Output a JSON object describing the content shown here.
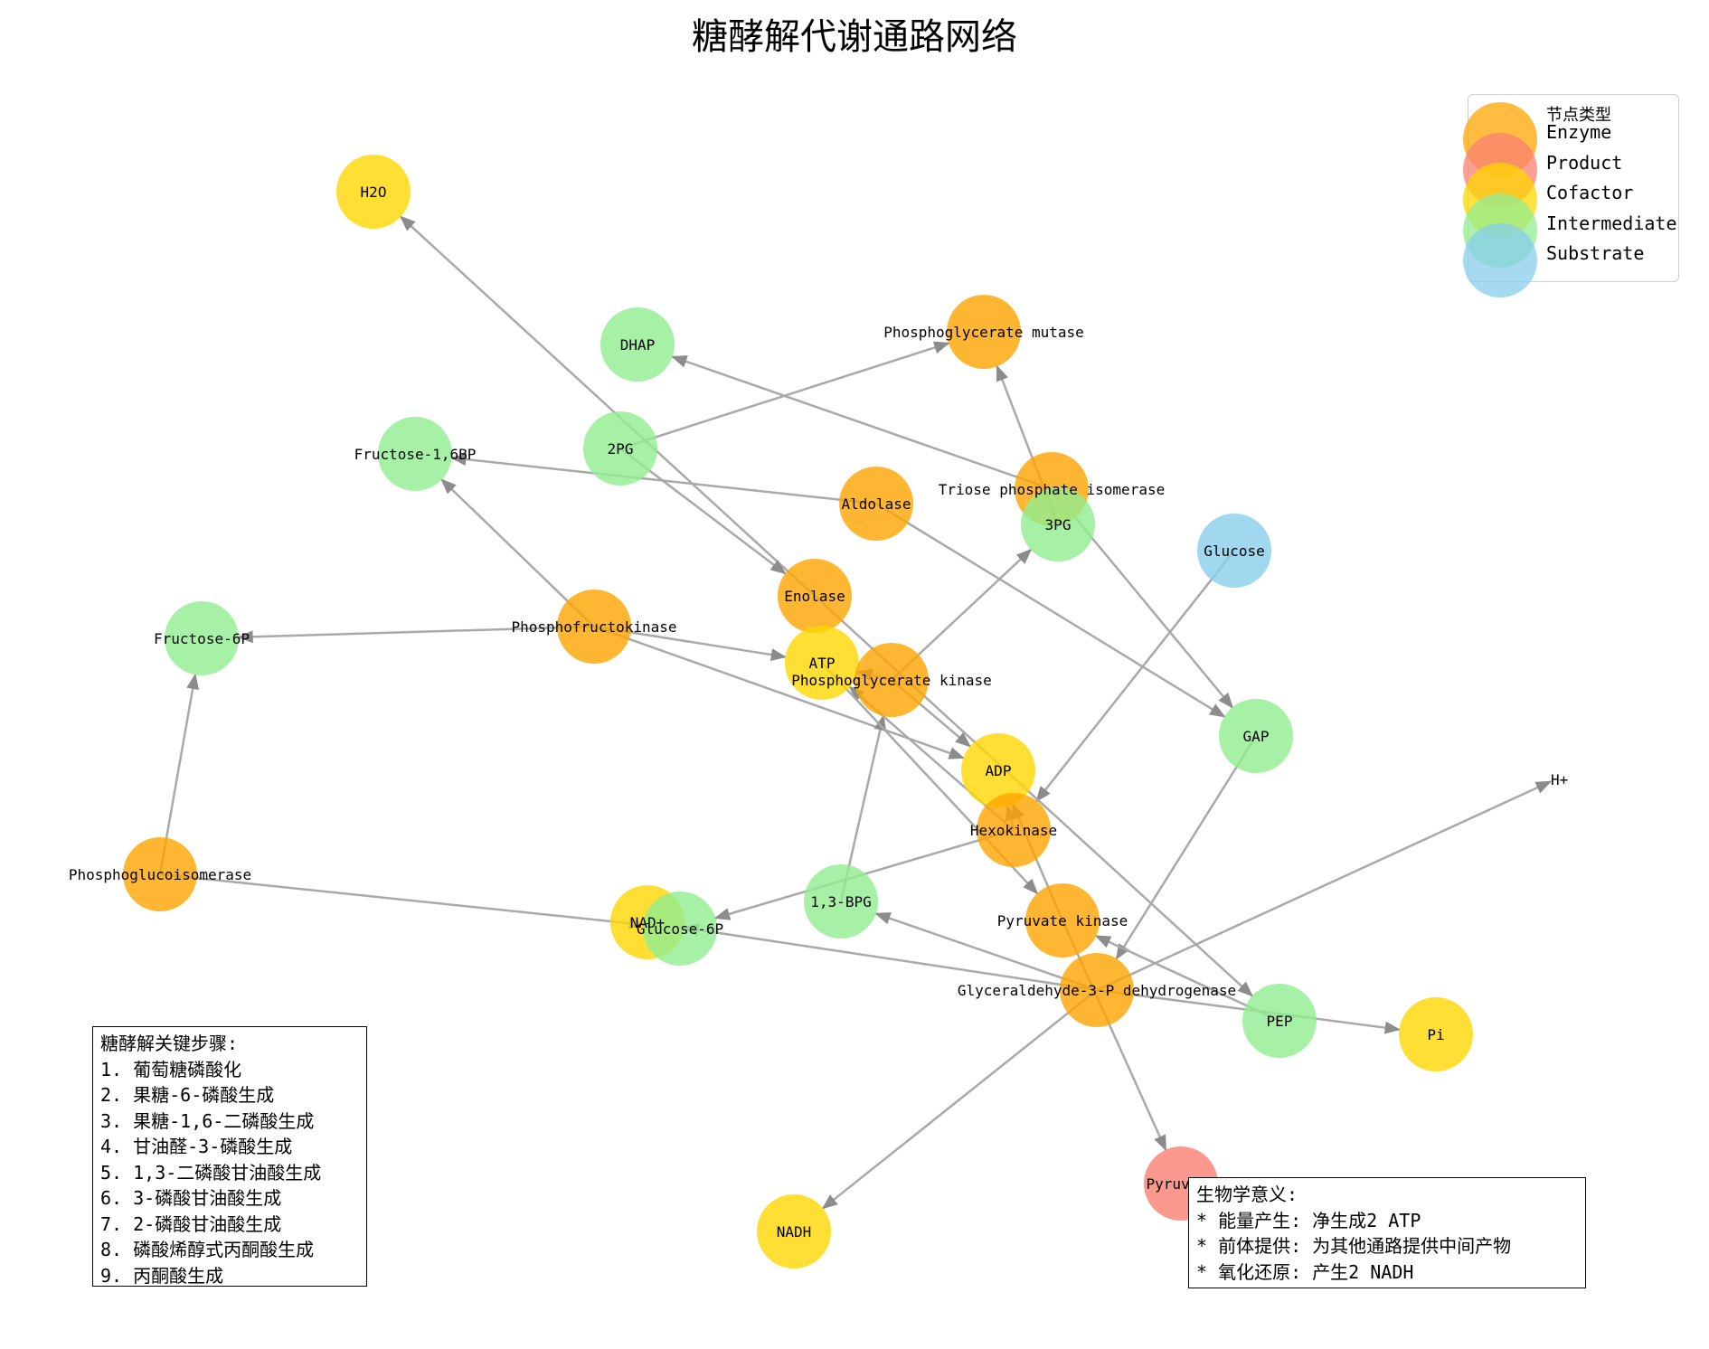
{
  "title": "糖酵解代谢通路网络",
  "colors": {
    "Enzyme": "#FFA500",
    "Product": "#FA8072",
    "Cofactor": "#FFD700",
    "Intermediate": "#90EE90",
    "Substrate": "#87CEEB",
    "edge": "#A9A9A9"
  },
  "legend": {
    "title": "节点类型",
    "items": [
      {
        "label": "Enzyme",
        "type": "Enzyme"
      },
      {
        "label": "Product",
        "type": "Product"
      },
      {
        "label": "Cofactor",
        "type": "Cofactor"
      },
      {
        "label": "Intermediate",
        "type": "Intermediate"
      },
      {
        "label": "Substrate",
        "type": "Substrate"
      }
    ]
  },
  "nodes": [
    {
      "id": "H2O",
      "label": "H2O",
      "type": "Cofactor"
    },
    {
      "id": "DHAP",
      "label": "DHAP",
      "type": "Intermediate"
    },
    {
      "id": "PGM",
      "label": "Phosphoglycerate mutase",
      "type": "Enzyme"
    },
    {
      "id": "F16BP",
      "label": "Fructose-1,6BP",
      "type": "Intermediate"
    },
    {
      "id": "2PG",
      "label": "2PG",
      "type": "Intermediate"
    },
    {
      "id": "TPI",
      "label": "Triose phosphate isomerase",
      "type": "Enzyme"
    },
    {
      "id": "Aldolase",
      "label": "Aldolase",
      "type": "Enzyme"
    },
    {
      "id": "3PG",
      "label": "3PG",
      "type": "Intermediate"
    },
    {
      "id": "Glucose",
      "label": "Glucose",
      "type": "Substrate"
    },
    {
      "id": "Enolase",
      "label": "Enolase",
      "type": "Enzyme"
    },
    {
      "id": "F6P",
      "label": "Fructose-6P",
      "type": "Intermediate"
    },
    {
      "id": "PFK",
      "label": "Phosphofructokinase",
      "type": "Enzyme"
    },
    {
      "id": "ATP",
      "label": "ATP",
      "type": "Cofactor"
    },
    {
      "id": "PGK",
      "label": "Phosphoglycerate kinase",
      "type": "Enzyme"
    },
    {
      "id": "GAP",
      "label": "GAP",
      "type": "Intermediate"
    },
    {
      "id": "ADP",
      "label": "ADP",
      "type": "Cofactor"
    },
    {
      "id": "H+",
      "label": "H+",
      "type": "none"
    },
    {
      "id": "Hexokinase",
      "label": "Hexokinase",
      "type": "Enzyme"
    },
    {
      "id": "PGI",
      "label": "Phosphoglucoisomerase",
      "type": "Enzyme"
    },
    {
      "id": "13BPG",
      "label": "1,3-BPG",
      "type": "Intermediate"
    },
    {
      "id": "NAD+",
      "label": "NAD+",
      "type": "Cofactor"
    },
    {
      "id": "G6P",
      "label": "Glucose-6P",
      "type": "Intermediate"
    },
    {
      "id": "PK",
      "label": "Pyruvate kinase",
      "type": "Enzyme"
    },
    {
      "id": "GAPDH",
      "label": "Glyceraldehyde-3-P dehydrogenase",
      "type": "Enzyme"
    },
    {
      "id": "PEP",
      "label": "PEP",
      "type": "Intermediate"
    },
    {
      "id": "Pi",
      "label": "Pi",
      "type": "Cofactor"
    },
    {
      "id": "Pyruvate",
      "label": "Pyruvate",
      "type": "Product"
    },
    {
      "id": "NADH",
      "label": "NADH",
      "type": "Cofactor"
    }
  ],
  "edges": [
    [
      "Enolase",
      "H2O"
    ],
    [
      "TPI",
      "DHAP"
    ],
    [
      "2PG",
      "PGM"
    ],
    [
      "3PG",
      "PGM"
    ],
    [
      "Aldolase",
      "F16BP"
    ],
    [
      "Aldolase",
      "GAP"
    ],
    [
      "TPI",
      "GAP"
    ],
    [
      "2PG",
      "Enolase"
    ],
    [
      "PGK",
      "3PG"
    ],
    [
      "Glucose",
      "Hexokinase"
    ],
    [
      "Enolase",
      "PEP"
    ],
    [
      "PFK",
      "F16BP"
    ],
    [
      "PFK",
      "F6P"
    ],
    [
      "PFK",
      "ATP"
    ],
    [
      "PFK",
      "ADP"
    ],
    [
      "PGI",
      "F6P"
    ],
    [
      "PGI",
      "G6P"
    ],
    [
      "PGK",
      "ADP"
    ],
    [
      "PGK",
      "ATP"
    ],
    [
      "13BPG",
      "PGK"
    ],
    [
      "Hexokinase",
      "ATP"
    ],
    [
      "Hexokinase",
      "ADP"
    ],
    [
      "Hexokinase",
      "G6P"
    ],
    [
      "GAP",
      "GAPDH"
    ],
    [
      "GAPDH",
      "NAD+"
    ],
    [
      "GAPDH",
      "Pi"
    ],
    [
      "GAPDH",
      "H+"
    ],
    [
      "GAPDH",
      "13BPG"
    ],
    [
      "GAPDH",
      "NADH"
    ],
    [
      "PK",
      "ADP"
    ],
    [
      "PEP",
      "PK"
    ],
    [
      "ATP",
      "PK"
    ],
    [
      "PK",
      "Pyruvate"
    ]
  ],
  "steps_box": {
    "lines": [
      "糖酵解关键步骤:",
      "1. 葡萄糖磷酸化",
      "2. 果糖-6-磷酸生成",
      "3. 果糖-1,6-二磷酸生成",
      "4. 甘油醛-3-磷酸生成",
      "5. 1,3-二磷酸甘油酸生成",
      "6. 3-磷酸甘油酸生成",
      "7. 2-磷酸甘油酸生成",
      "8. 磷酸烯醇式丙酮酸生成",
      "9. 丙酮酸生成"
    ]
  },
  "meaning_box": {
    "lines": [
      "生物学意义:",
      "* 能量产生: 净生成2 ATP",
      "* 前体提供: 为其他通路提供中间产物",
      "* 氧化还原: 产生2 NADH"
    ]
  }
}
